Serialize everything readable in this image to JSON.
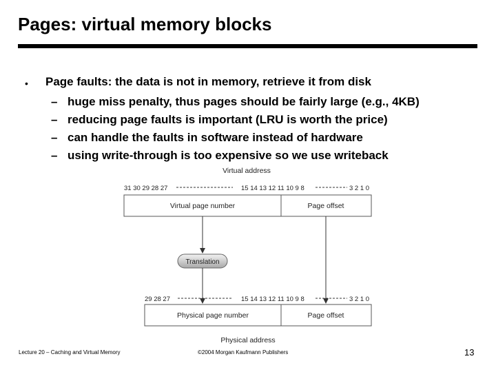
{
  "slide": {
    "title": "Pages:  virtual memory blocks",
    "bullet_symbol": "•",
    "bullet": "Page faults:  the data is not in memory, retrieve it from disk",
    "dash_symbol": "–",
    "sub_bullets": [
      "huge miss penalty, thus pages should be fairly large (e.g., 4KB)",
      "reducing page faults is important (LRU is worth the price)",
      "can handle the faults in software instead of hardware",
      "using write-through is too expensive so we use writeback"
    ]
  },
  "diagram": {
    "top_caption": "Virtual address",
    "virtual_bits_left": "31 30 29 28 27",
    "virtual_bits_mid": "15 14 13 12 11 10 9 8",
    "virtual_bits_right": "3 2 1 0",
    "virtual_page_number": "Virtual page number",
    "virtual_page_offset": "Page offset",
    "translation": "Translation",
    "physical_bits_left": "29 28 27",
    "physical_bits_mid": "15 14 13 12 11 10 9 8",
    "physical_bits_right": "3 2 1 0",
    "physical_page_number": "Physical page number",
    "physical_page_offset": "Page offset",
    "bottom_caption": "Physical address"
  },
  "footer": {
    "left": "Lecture 20 – Caching and Virtual Memory",
    "center": "©2004 Morgan Kaufmann Publishers",
    "page_number": "13"
  }
}
